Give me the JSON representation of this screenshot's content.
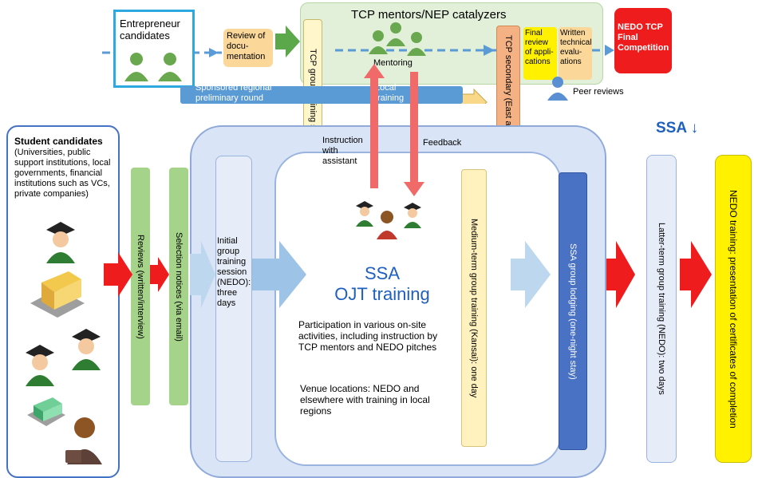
{
  "top": {
    "entrepreneur_label": "Entrepreneur candidates",
    "review_label": "Review of docu-mentation",
    "mentors_label": "TCP mentors/NEP catalyzers",
    "mentoring_label": "Mentoring",
    "tcp_group_training": "TCP group training session (around mid-October)",
    "tcp_secondary": "TCP secondary (East and West) pitch review boards",
    "final_review": "Final review of appli-cations",
    "written_eval": "Written technical evalu-ations",
    "nedo_final": "NEDO TCP Final Competition",
    "sponsored": "Sponsored regional preliminary round",
    "local_training": "Local training",
    "peer_reviews": "Peer reviews"
  },
  "ssa_label": "SSA ↓",
  "student": {
    "title": "Student candidates",
    "desc": "(Universities, public support institutions, local governments, financial institutions such as VCs, private companies)"
  },
  "steps": {
    "reviews": "Reviews (written/interview)",
    "selection": "Selection notices (via email)",
    "initial": "Initial group training session (NEDO): three days",
    "instruction": "Instruction with assistant",
    "feedback": "Feedback",
    "ssa_title": "SSA",
    "ojt_title": "OJT training",
    "participation": "Participation in various on-site activities, including instruction by TCP mentors and NEDO pitches",
    "venue": "Venue locations: NEDO and elsewhere with training in local regions",
    "medium_term": "Medium-term group training (Kansai): one day",
    "lodging": "SSA group lodging (one-night stay)",
    "latter_term": "Latter-term group training (NEDO): two days",
    "nedo_training": "NEDO training: presentation of certificates of completion"
  },
  "colors": {
    "blue_accent": "#1f5fbf",
    "green_box": "#a6d38a",
    "red_box": "#ee1c1c",
    "yellow_box": "#fff100",
    "orange_box": "#f4b183"
  }
}
